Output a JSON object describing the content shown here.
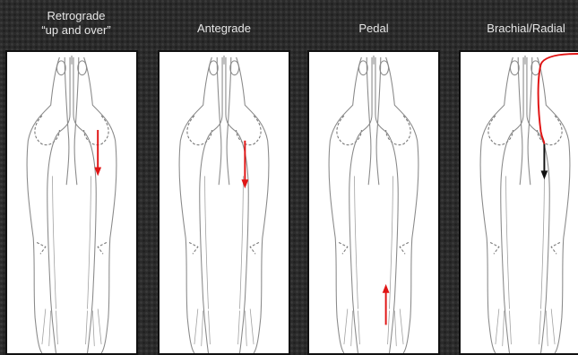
{
  "columns": [
    {
      "title_line1": "Retrograde",
      "title_line2": "“up and over”"
    },
    {
      "title_line1": "Antegrade",
      "title_line2": ""
    },
    {
      "title_line1": "Pedal",
      "title_line2": ""
    },
    {
      "title_line1": "Brachial/Radial",
      "title_line2": ""
    }
  ],
  "colors": {
    "access_arrow": "#e01414",
    "catheter_path": "#111111",
    "background": "#2b2b2b"
  }
}
